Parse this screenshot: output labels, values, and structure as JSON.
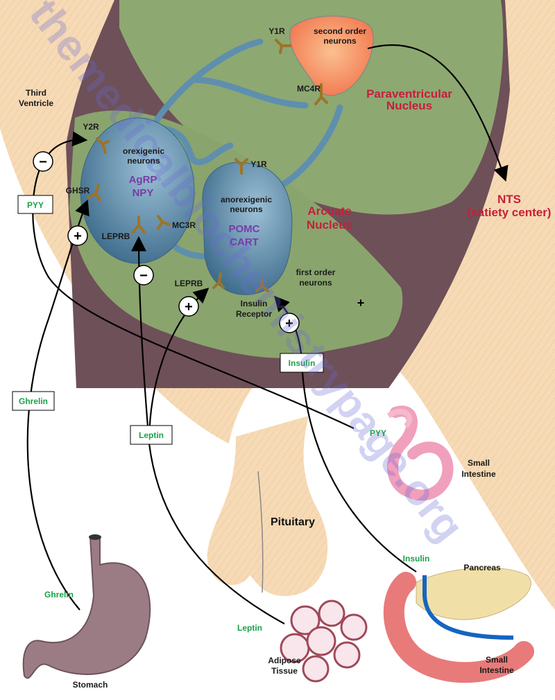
{
  "watermark": "themedicalbiochemistrypage.org",
  "colors": {
    "brain_region": "#f6dab5",
    "nucleus_green": "#8aa46e",
    "hypothalamus_band": "#6e5058",
    "neuron_blue": "#4d7d9c",
    "second_order": "#f58a62",
    "nucleus_label": "#c41f3a",
    "peptide_label": "#7a3aa8",
    "hormone_label": "#1aa04a"
  },
  "regions": {
    "third_ventricle": [
      "Third",
      "Ventricle"
    ],
    "paraventricular": [
      "Paraventricular",
      "Nucleus"
    ],
    "arcuate": [
      "Arcuate",
      "Nucleus"
    ],
    "nts": "NTS",
    "nts_sub": "(satiety center)",
    "pituitary": "Pituitary"
  },
  "neurons": {
    "orexigenic": [
      "orexigenic",
      "neurons"
    ],
    "orexigenic_peptides": [
      "AgRP",
      "NPY"
    ],
    "anorexigenic": [
      "anorexigenic",
      "neurons"
    ],
    "anorexigenic_peptides": [
      "POMC",
      "CART"
    ],
    "second_order": [
      "second order",
      "neurons"
    ],
    "first_order": [
      "first order",
      "neurons"
    ]
  },
  "receptors": {
    "y2r": "Y2R",
    "ghsr": "GHSR",
    "leprb1": "LEPRB",
    "mc3r": "MC3R",
    "leprb2": "LEPRB",
    "y1r_arc": "Y1R",
    "y1r_pvn": "Y1R",
    "mc4r": "MC4R",
    "insulin_receptor": [
      "Insulin",
      "Receptor"
    ]
  },
  "signs": {
    "pyy": "−",
    "ghrelin": "+",
    "leptin_orex": "−",
    "leptin_anorex": "+",
    "insulin": "+",
    "marker": "+"
  },
  "hormone_boxes": {
    "pyy": "PYY",
    "ghrelin": "Ghrelin",
    "leptin": "Leptin",
    "insulin": "Insulin"
  },
  "hormone_sources": {
    "pyy": "PYY",
    "ghrelin": "Ghrelin",
    "leptin": "Leptin",
    "insulin": "Insulin"
  },
  "organs": {
    "small_intestine_top": [
      "Small",
      "Intestine"
    ],
    "pancreas": "Pancreas",
    "small_intestine_bottom": [
      "Small",
      "Intestine"
    ],
    "stomach": "Stomach",
    "adipose": [
      "Adipose",
      "Tissue"
    ]
  }
}
